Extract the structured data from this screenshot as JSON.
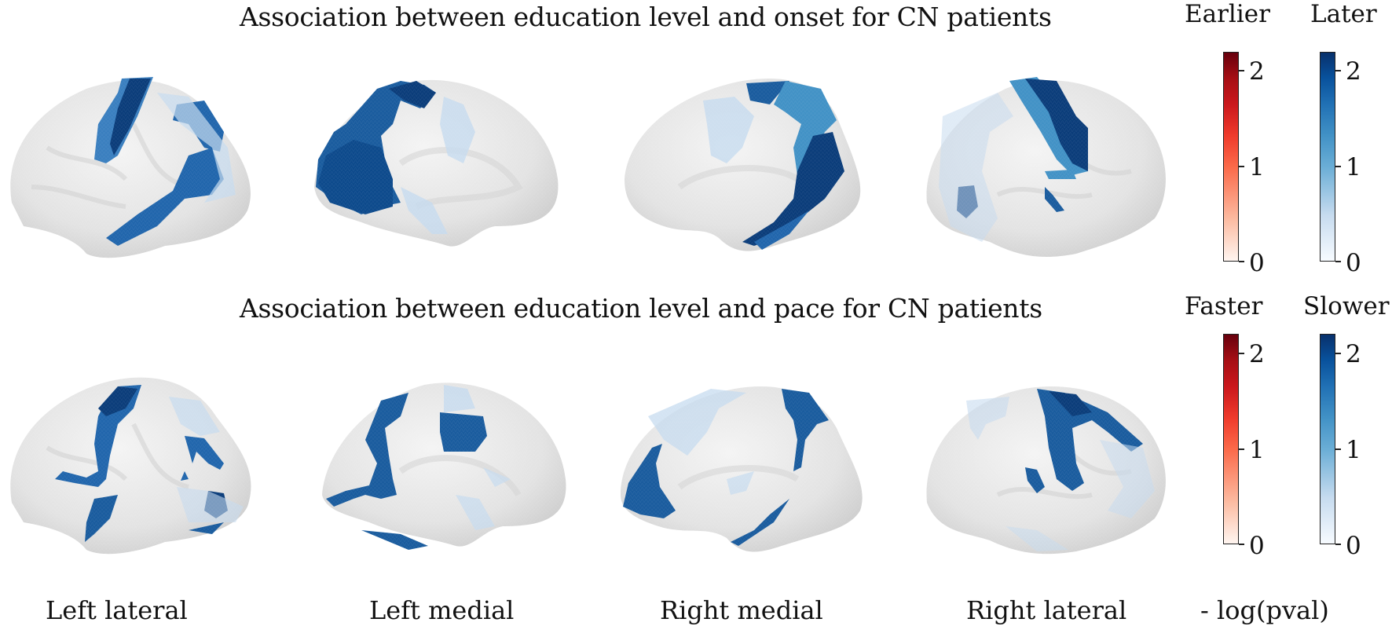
{
  "figure": {
    "rows": [
      {
        "title": "Association between education level and onset for CN patients",
        "colorbars": [
          {
            "label": "Earlier",
            "cmap": "Reds",
            "ticks": [
              "0",
              "1",
              "2"
            ]
          },
          {
            "label": "Later",
            "cmap": "Blues",
            "ticks": [
              "0",
              "1",
              "2"
            ]
          }
        ]
      },
      {
        "title": "Association between education level and pace for CN patients",
        "colorbars": [
          {
            "label": "Faster",
            "cmap": "Reds",
            "ticks": [
              "0",
              "1",
              "2"
            ]
          },
          {
            "label": "Slower",
            "cmap": "Blues",
            "ticks": [
              "0",
              "1",
              "2"
            ]
          }
        ]
      }
    ],
    "views": [
      "Left lateral",
      "Left medial",
      "Right medial",
      "Right lateral"
    ],
    "colorbar_axis_label": "- log(pval)",
    "colors": {
      "surface": "#e6e6e6",
      "blue_light": "#c6dbef",
      "blue_mid": "#4292c6",
      "blue_strong": "#2166ac",
      "blue_dark": "#08306b",
      "red_dark": "#67000d"
    }
  },
  "chart_data": {
    "type": "heatmap",
    "title": [
      "Association between education level and onset for CN patients",
      "Association between education level and pace for CN patients"
    ],
    "panels": [
      "Left lateral",
      "Left medial",
      "Right medial",
      "Right lateral"
    ],
    "colorbar": {
      "label": "- log(pval)",
      "range": [
        0,
        2.2
      ],
      "ticks": [
        0,
        1,
        2
      ]
    },
    "legend": [
      {
        "row": "onset",
        "negative": "Earlier",
        "positive": "Later"
      },
      {
        "row": "pace",
        "negative": "Faster",
        "positive": "Slower"
      }
    ],
    "notes": "All significant regions shown in blue (Later / Slower); no red (Earlier / Faster) regions present."
  }
}
